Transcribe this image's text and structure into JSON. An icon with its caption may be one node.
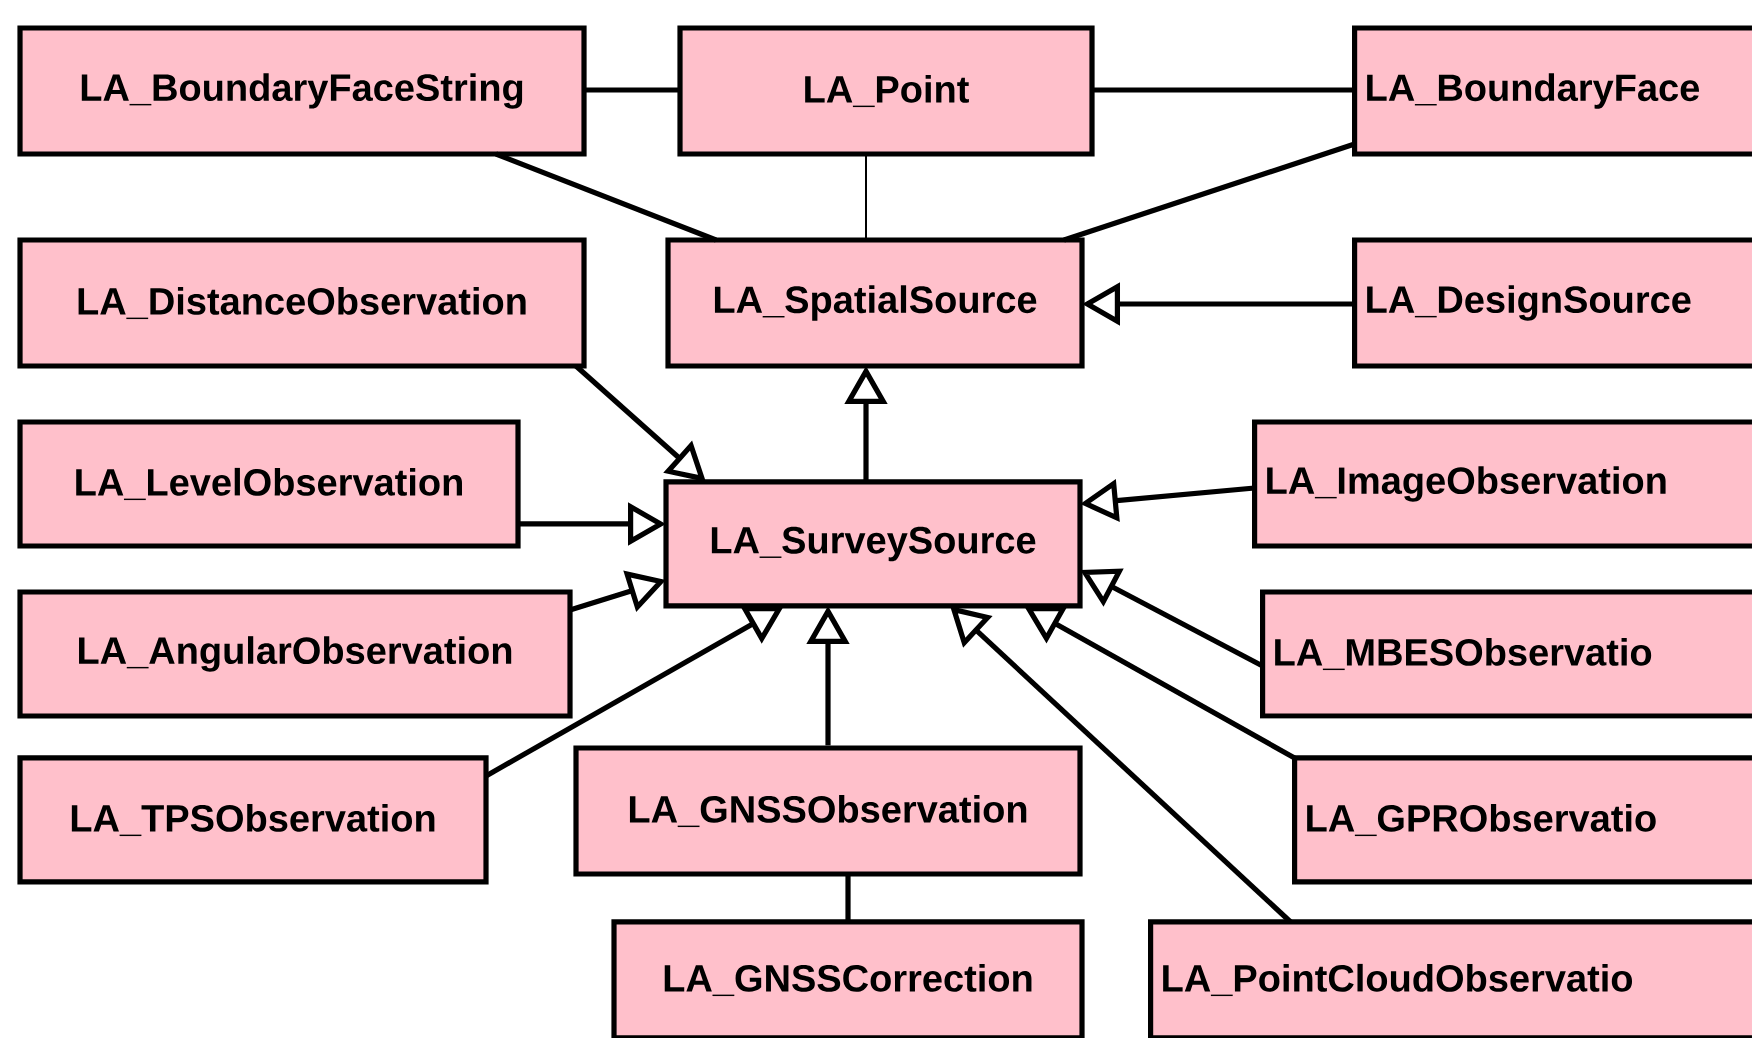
{
  "diagram": {
    "nodes": [
      {
        "text": [
          "LA_BoundaryFaceString"
        ]
      },
      {
        "text": [
          "LA_Point"
        ]
      },
      {
        "text": [
          "LA_BoundaryFace"
        ]
      },
      {
        "text": [
          "LA_DistanceObservation"
        ]
      },
      {
        "text": [
          "LA_SpatialSource"
        ]
      },
      {
        "text": [
          "LA_DesignSource"
        ]
      },
      {
        "text": [
          "LA_LevelObservation"
        ]
      },
      {
        "text": [
          "LA_SurveySource"
        ]
      },
      {
        "text": [
          "LA_ImageObservation"
        ]
      },
      {
        "text": [
          "LA_AngularObservation"
        ]
      },
      {
        "text": [
          "LA_MBESObservatio"
        ]
      },
      {
        "text": [
          "LA_TPSObservation"
        ]
      },
      {
        "text": [
          "LA_GNSSObservation"
        ]
      },
      {
        "text": [
          "LA_GPRObservatio"
        ]
      },
      {
        "text": [
          "LA_GNSSCorrection"
        ]
      },
      {
        "text": [
          "LA_PointCloudObservatio"
        ]
      }
    ],
    "edges": [
      {
        "from": 0,
        "to": 1,
        "arrow": "none"
      },
      {
        "from": 1,
        "to": 2,
        "arrow": "none"
      },
      {
        "from": 0,
        "to": 4,
        "arrow": "none"
      },
      {
        "from": 1,
        "to": 4,
        "arrow": "none"
      },
      {
        "from": 2,
        "to": 4,
        "arrow": "none"
      },
      {
        "from": 5,
        "to": 4,
        "arrow": "to"
      },
      {
        "from": 7,
        "to": 4,
        "arrow": "to"
      },
      {
        "from": 3,
        "to": 7,
        "arrow": "to"
      },
      {
        "from": 6,
        "to": 7,
        "arrow": "to"
      },
      {
        "from": 8,
        "to": 7,
        "arrow": "to"
      },
      {
        "from": 9,
        "to": 7,
        "arrow": "to"
      },
      {
        "from": 10,
        "to": 7,
        "arrow": "to"
      },
      {
        "from": 11,
        "to": 7,
        "arrow": "to"
      },
      {
        "from": 12,
        "to": 7,
        "arrow": "to"
      },
      {
        "from": 13,
        "to": 7,
        "arrow": "to"
      },
      {
        "from": 15,
        "to": 7,
        "arrow": "to"
      },
      {
        "from": 14,
        "to": 12,
        "arrow": "none"
      }
    ]
  }
}
